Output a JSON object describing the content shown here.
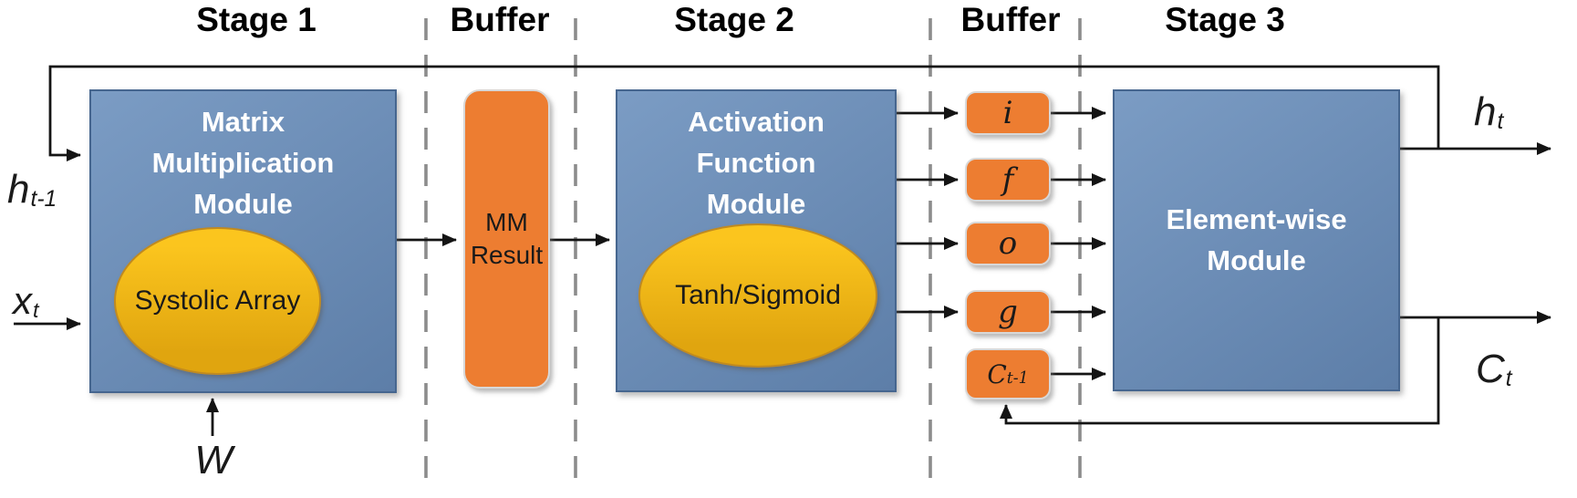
{
  "headers": {
    "stage1": "Stage 1",
    "buffer1": "Buffer",
    "stage2": "Stage 2",
    "buffer2": "Buffer",
    "stage3": "Stage 3"
  },
  "modules": {
    "stage1": {
      "title": "Matrix\nMultiplication\nModule",
      "ellipse": "Systolic Array"
    },
    "buffer1": {
      "label": "MM\nResult"
    },
    "stage2": {
      "title": "Activation\nFunction\nModule",
      "ellipse": "Tanh/Sigmoid"
    },
    "buffer2": {
      "cells": [
        {
          "label": "i"
        },
        {
          "label": "f"
        },
        {
          "label": "o"
        },
        {
          "label": "g"
        },
        {
          "base": "C",
          "sub": "t-1"
        }
      ]
    },
    "stage3": {
      "title": "Element-wise\nModule"
    }
  },
  "io": {
    "h_prev": {
      "base": "h",
      "sub": "t-1"
    },
    "x_t": {
      "base": "x",
      "sub": "t"
    },
    "w": {
      "base": "W"
    },
    "h_t": {
      "base": "h",
      "sub": "t"
    },
    "c_t": {
      "base": "C",
      "sub": "t"
    }
  },
  "colors": {
    "module_blue_top": "#7b9cc4",
    "module_blue_bottom": "#5d7ea8",
    "module_border": "#46668f",
    "orange": "#ED7D31",
    "orange_border": "#d8d8d8",
    "gold_top": "#fbc51e",
    "gold_bottom": "#e0a50f",
    "gold_border": "#c08a20",
    "wire": "#141414",
    "dash": "#8c8c8c",
    "header_text": "#000000",
    "module_title": "#ffffff",
    "label_text": "#1a1a1a"
  }
}
